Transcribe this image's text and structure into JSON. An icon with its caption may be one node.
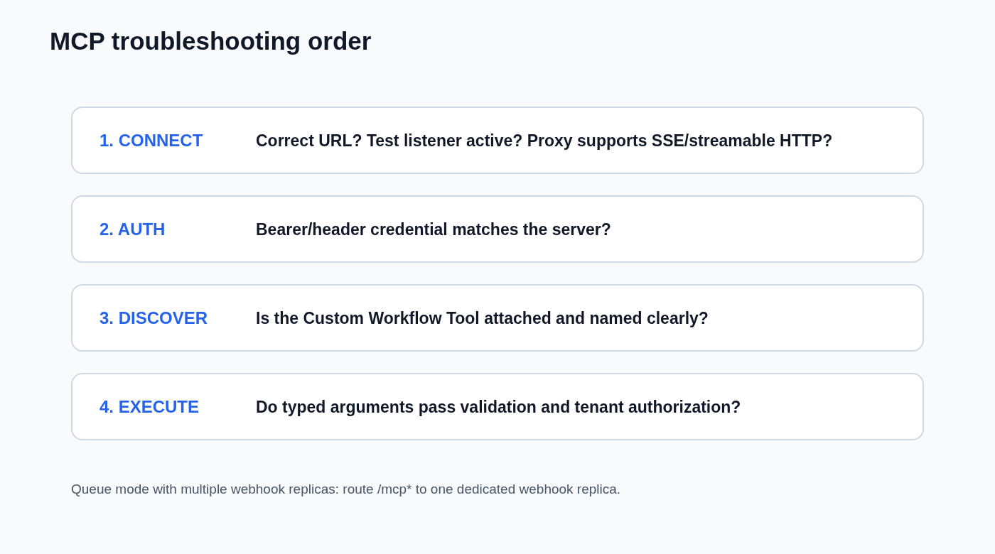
{
  "diagram": {
    "title": "MCP troubleshooting order",
    "nodes": [
      {
        "text": [
          "1. CONNECT",
          "Correct URL? Test listener active? Proxy supports SSE/streamable HTTP?"
        ]
      },
      {
        "text": [
          "2. AUTH",
          "Bearer/header credential matches the server?"
        ]
      },
      {
        "text": [
          "3. DISCOVER",
          "Is the Custom Workflow Tool attached and named clearly?"
        ]
      },
      {
        "text": [
          "4. EXECUTE",
          "Do typed arguments pass validation and tenant authorization?"
        ]
      }
    ],
    "caption": "Queue mode with multiple webhook replicas: route /mcp* to one dedicated webhook replica."
  }
}
